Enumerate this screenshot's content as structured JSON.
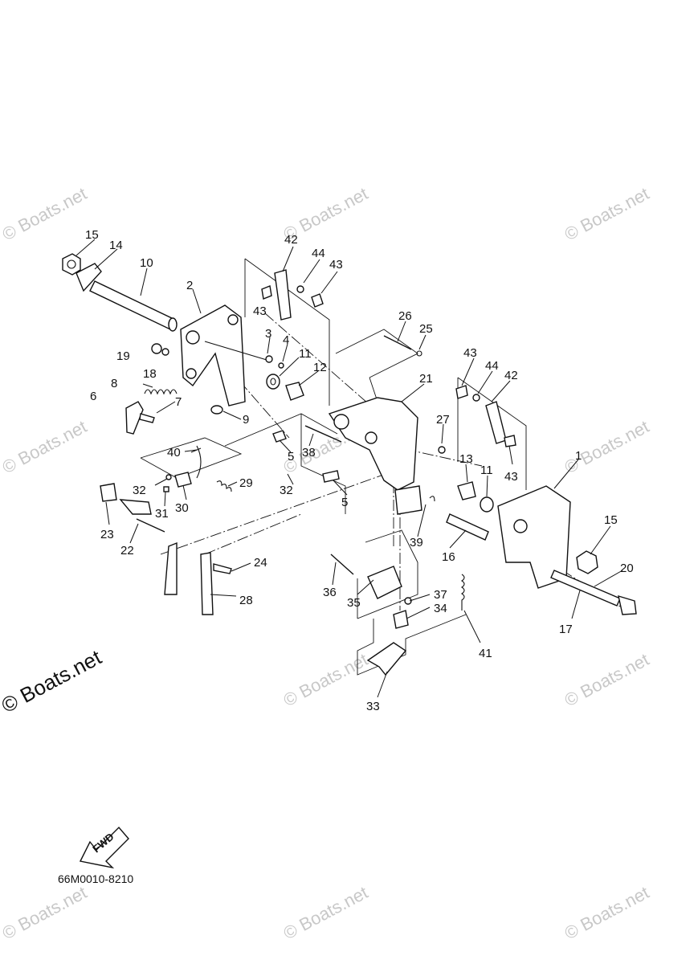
{
  "watermark_text": "© Boats.net",
  "corner_watermark_text": "© Boats.net",
  "drawing_number": "66M0010-8210",
  "fwd_label": "FWD",
  "callouts": [
    "1",
    "2",
    "3",
    "4",
    "5",
    "6",
    "7",
    "8",
    "9",
    "10",
    "11",
    "12",
    "13",
    "14",
    "15",
    "16",
    "17",
    "18",
    "19",
    "20",
    "21",
    "22",
    "23",
    "24",
    "25",
    "26",
    "27",
    "28",
    "29",
    "30",
    "31",
    "32",
    "33",
    "34",
    "35",
    "36",
    "37",
    "38",
    "39",
    "40",
    "41",
    "42",
    "43",
    "44"
  ]
}
